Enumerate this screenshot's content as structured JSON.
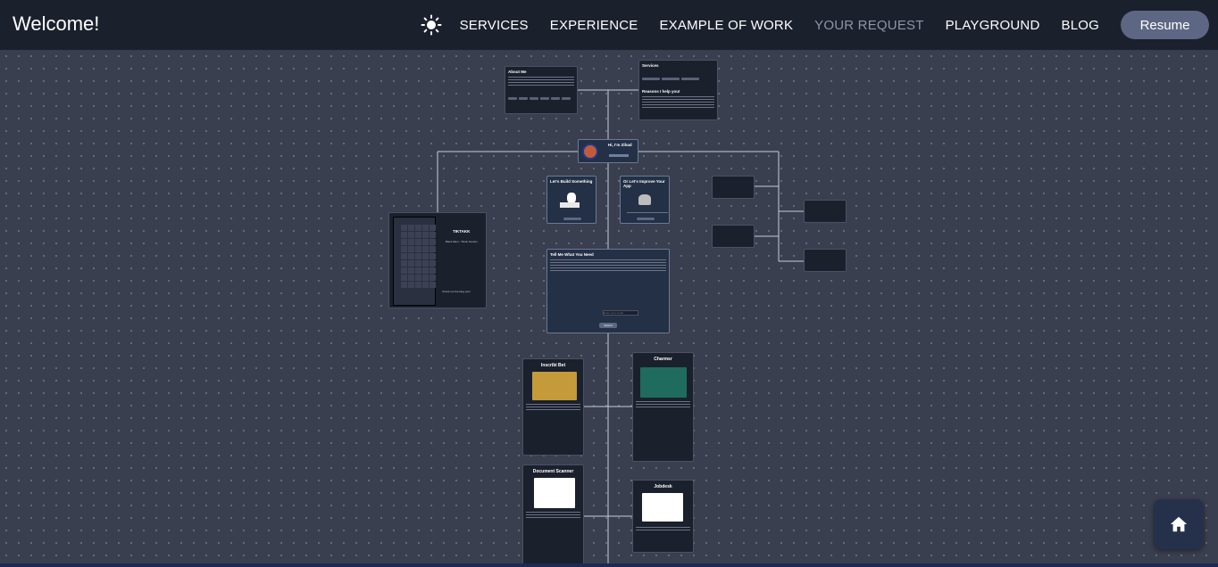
{
  "navbar": {
    "brand": "Welcome!",
    "theme_icon": "sun-icon",
    "links": [
      "SERVICES",
      "EXPERIENCE",
      "EXAMPLE OF WORK",
      "YOUR REQUEST",
      "PLAYGROUND",
      "BLOG"
    ],
    "active_link": "YOUR REQUEST",
    "resume_label": "Resume"
  },
  "nodes": {
    "about": {
      "title": "About Me"
    },
    "services": {
      "title": "Services",
      "subtitle": "Reasons I help you!"
    },
    "profile": {
      "title": "Hi, I'm Zihad"
    },
    "build": {
      "title": "Let's Build Something"
    },
    "improve": {
      "title": "Or Let's Improve Your App"
    },
    "game": {
      "title": "TIKTAKK",
      "subtitle": "Black label - Tiktok booster",
      "footer": "Check out the blog post"
    },
    "request": {
      "title": "Tell Me What You Need",
      "email_placeholder": "Enter your email",
      "submit_label": "Submit"
    },
    "projects": {
      "inscribi": {
        "title": "Inscribi Bet"
      },
      "charmsr": {
        "title": "Charmsr"
      },
      "docscanner": {
        "title": "Document Scanner"
      },
      "jobdesk": {
        "title": "Jobdesk"
      }
    }
  },
  "home_icon": "home-icon",
  "colors": {
    "navbar_bg": "#1b202d",
    "canvas_bg": "#3a3f4f",
    "card_bg": "#1b202d",
    "accent_button": "#5d6783",
    "active_link": "#8f95a6"
  }
}
